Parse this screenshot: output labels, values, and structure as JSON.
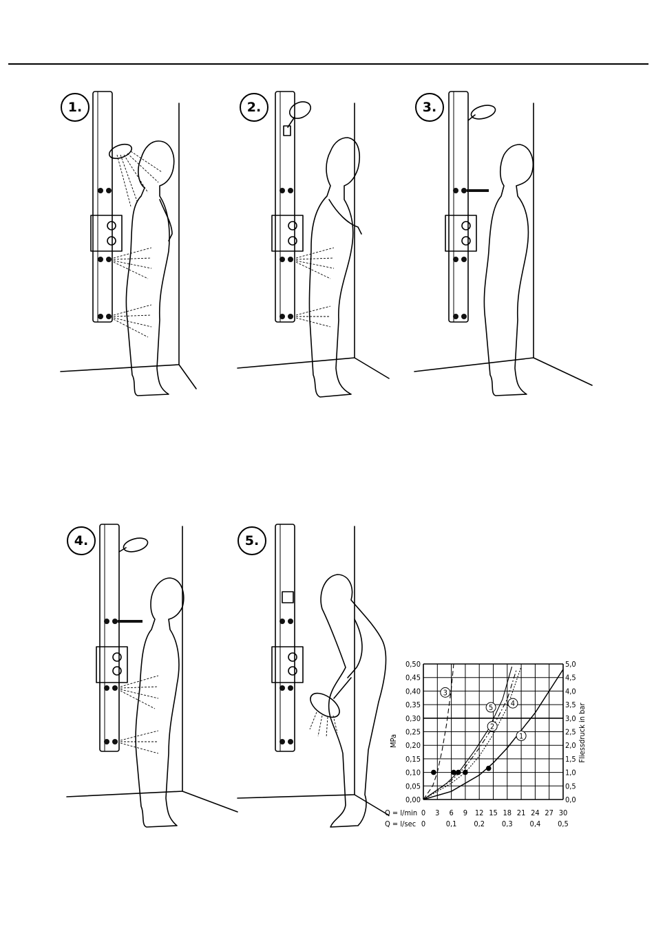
{
  "steps": [
    {
      "label": "1."
    },
    {
      "label": "2."
    },
    {
      "label": "3."
    },
    {
      "label": "4."
    },
    {
      "label": "5."
    }
  ],
  "chart_data": {
    "type": "line",
    "ylabel_left": "MPa",
    "ylabel_right": "Fliessdruck in bar",
    "x_row1_label": "Q = l/min",
    "x_row2_label": "Q = l/sec",
    "x_ticks_lmin": [
      "0",
      "3",
      "6",
      "9",
      "12",
      "15",
      "18",
      "21",
      "24",
      "27",
      "30"
    ],
    "x_ticks_lsec": [
      "0",
      "0,1",
      "0,2",
      "0,3",
      "0,4",
      "0,5"
    ],
    "y_ticks_mpa": [
      "0,00",
      "0,05",
      "0,10",
      "0,15",
      "0,20",
      "0,25",
      "0,30",
      "0,35",
      "0,40",
      "0,45",
      "0,50"
    ],
    "y_ticks_bar": [
      "0,0",
      "0,5",
      "1,0",
      "1,5",
      "2,0",
      "2,5",
      "3,0",
      "3,5",
      "4,0",
      "4,5",
      "5,0"
    ],
    "xlim": [
      0,
      30
    ],
    "ylim": [
      0,
      0.5
    ],
    "series": [
      {
        "name": "1",
        "style": "solid",
        "x": [
          0,
          6,
          12,
          15,
          18,
          21,
          24,
          27,
          30
        ],
        "y": [
          0,
          0.03,
          0.09,
          0.135,
          0.19,
          0.255,
          0.32,
          0.4,
          0.48
        ],
        "marker": [
          14,
          0.115
        ]
      },
      {
        "name": "2",
        "style": "dashdot",
        "x": [
          0,
          6,
          9,
          12,
          15,
          18,
          20
        ],
        "y": [
          0,
          0.07,
          0.12,
          0.19,
          0.27,
          0.37,
          0.48
        ],
        "marker": [
          7.5,
          0.1
        ]
      },
      {
        "name": "3",
        "style": "dashed",
        "x": [
          0,
          2,
          3,
          4,
          5,
          6,
          6.5
        ],
        "y": [
          0,
          0.05,
          0.1,
          0.18,
          0.28,
          0.41,
          0.5
        ],
        "marker": [
          2.2,
          0.1
        ]
      },
      {
        "name": "4",
        "style": "dotted",
        "x": [
          0,
          6,
          9,
          12,
          15,
          18,
          21
        ],
        "y": [
          0,
          0.06,
          0.1,
          0.16,
          0.24,
          0.34,
          0.49
        ],
        "marker": [
          9,
          0.1
        ]
      },
      {
        "name": "5",
        "style": "solid-thin",
        "x": [
          0,
          5,
          8,
          11,
          14,
          17,
          19
        ],
        "y": [
          0,
          0.06,
          0.11,
          0.18,
          0.26,
          0.37,
          0.49
        ],
        "marker": [
          6.5,
          0.1
        ]
      }
    ],
    "label_positions": [
      {
        "name": "1",
        "x": 21.0,
        "y": 0.235
      },
      {
        "name": "2",
        "x": 14.8,
        "y": 0.27
      },
      {
        "name": "3",
        "x": 4.7,
        "y": 0.395
      },
      {
        "name": "4",
        "x": 19.2,
        "y": 0.355
      },
      {
        "name": "5",
        "x": 14.5,
        "y": 0.34
      }
    ]
  }
}
